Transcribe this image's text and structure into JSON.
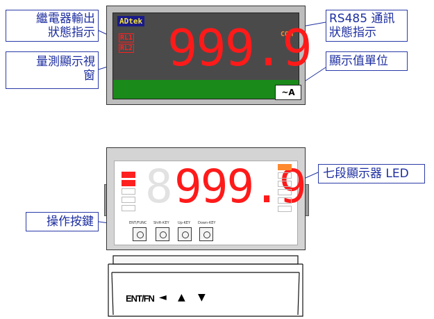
{
  "callouts": {
    "relay_status": [
      "繼電器輸出",
      "狀態指示"
    ],
    "measure_display": [
      "量測顯示視",
      "窗"
    ],
    "rs485_status": [
      "RS485 通訊",
      "狀態指示"
    ],
    "unit_display": "顯示值單位",
    "seven_segment": "七段顯示器 LED",
    "buttons": "操作按鍵"
  },
  "meter_top": {
    "brand": "ADtek",
    "relay1": "RL1",
    "relay2": "RL2",
    "com": "COM",
    "digits": "999.9",
    "unit": "~A"
  },
  "meter_bottom": {
    "digits": "999.9",
    "ghost_digit": "8",
    "key_labels": [
      "ENT/FUNC",
      "Shift-KEY",
      "Up-KEY",
      "Down-KEY"
    ]
  },
  "base": {
    "ent_label": "ENT/FN",
    "left_arrow": "◄",
    "up_arrow": "▲",
    "down_arrow": "▼"
  },
  "colors": {
    "segment_red": "#ff1a1a",
    "callout_blue": "#1e2fa0",
    "panel_green": "#1a8a1a",
    "com_orange": "#ff8a30"
  }
}
